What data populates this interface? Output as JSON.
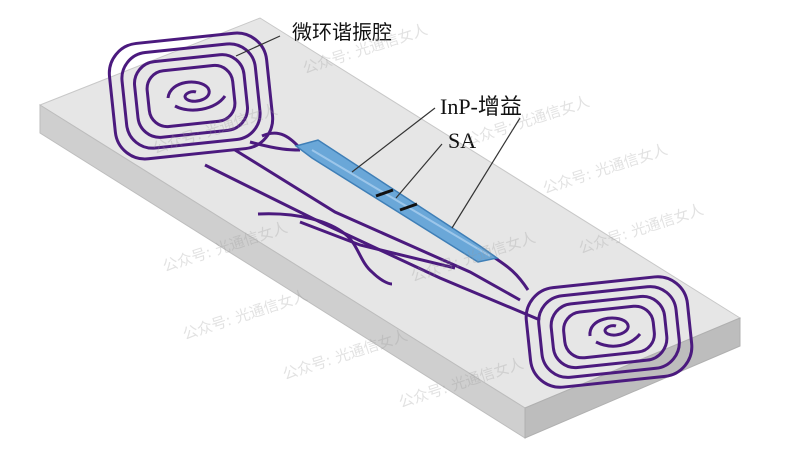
{
  "labels": {
    "resonator": "微环谐振腔",
    "gain": "InP-增益",
    "sa": "SA"
  },
  "watermark": "公众号: 光通信女人",
  "colors": {
    "waveguide": "#4b1a7e",
    "gain_section": "#6aa7d8",
    "gain_section_dark": "#3f7fb7",
    "substrate_top": "#e6e6e6",
    "substrate_side": "#cfcfcf",
    "substrate_front": "#bdbdbd"
  }
}
